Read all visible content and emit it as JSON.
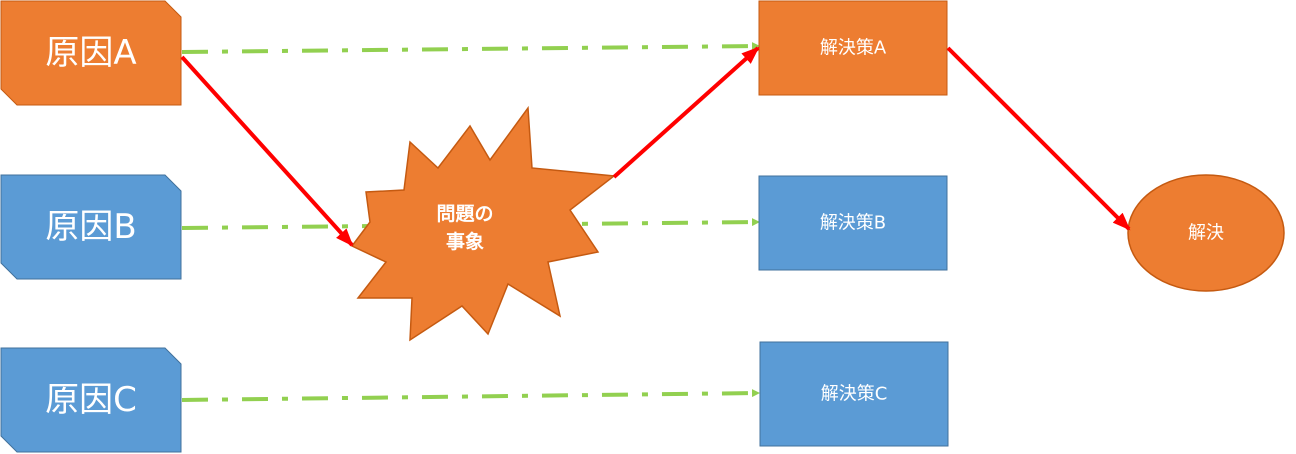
{
  "colors": {
    "orange": "#ED7D31",
    "orange_border": "#C55A11",
    "blue": "#5B9BD5",
    "blue_border": "#41719C",
    "green_dash": "#92D050",
    "red_arrow": "#FF0000"
  },
  "causes": [
    {
      "label": "原因A",
      "color": "orange"
    },
    {
      "label": "原因B",
      "color": "blue"
    },
    {
      "label": "原因C",
      "color": "blue"
    }
  ],
  "problem": {
    "line1": "問題の",
    "line2": "事象",
    "color": "orange"
  },
  "solutions": [
    {
      "label": "解決策A",
      "color": "orange"
    },
    {
      "label": "解決策B",
      "color": "blue"
    },
    {
      "label": "解決策C",
      "color": "blue"
    }
  ],
  "result": {
    "label": "解決",
    "color": "orange"
  }
}
